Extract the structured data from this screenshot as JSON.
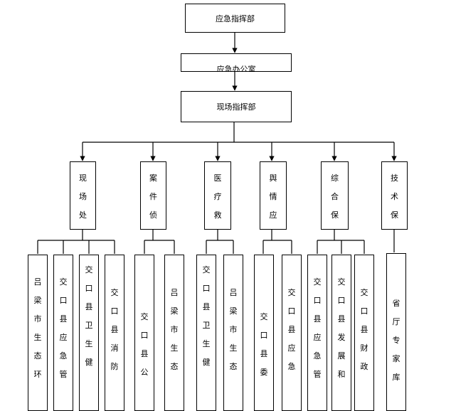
{
  "command_hq": "应急指挥部",
  "emergency_office": "应急办公室",
  "field_hq": "现场指挥部",
  "groups": [
    {
      "chars": [
        "现",
        "场",
        "处"
      ],
      "members": [
        {
          "chars": [
            "吕",
            "梁",
            "市",
            "生",
            "态",
            "环"
          ]
        },
        {
          "chars": [
            "交",
            "口",
            "县",
            "应",
            "急",
            "管"
          ]
        },
        {
          "chars": [
            "交",
            "口",
            "县",
            "卫",
            "生",
            "健"
          ]
        },
        {
          "chars": [
            "交",
            "口",
            "县",
            "消",
            "防"
          ]
        }
      ]
    },
    {
      "chars": [
        "案",
        "件",
        "侦"
      ],
      "members": [
        {
          "chars": [
            "交",
            "口",
            "县",
            "公"
          ]
        },
        {
          "chars": [
            "吕",
            "梁",
            "市",
            "生",
            "态"
          ]
        }
      ]
    },
    {
      "chars": [
        "医",
        "疗",
        "救"
      ],
      "members": [
        {
          "chars": [
            "交",
            "口",
            "县",
            "卫",
            "生",
            "健"
          ]
        },
        {
          "chars": [
            "吕",
            "梁",
            "市",
            "生",
            "态"
          ]
        }
      ]
    },
    {
      "chars": [
        "舆",
        "情",
        "应"
      ],
      "members": [
        {
          "chars": [
            "交",
            "口",
            "县",
            "委"
          ]
        },
        {
          "chars": [
            "交",
            "口",
            "县",
            "应",
            "急"
          ]
        }
      ]
    },
    {
      "chars": [
        "综",
        "合",
        "保"
      ],
      "members": [
        {
          "chars": [
            "交",
            "口",
            "县",
            "应",
            "急",
            "管"
          ]
        },
        {
          "chars": [
            "交",
            "口",
            "县",
            "发",
            "展",
            "和"
          ]
        },
        {
          "chars": [
            "交",
            "口",
            "县",
            "财",
            "政"
          ]
        }
      ]
    },
    {
      "chars": [
        "技",
        "术",
        "保"
      ],
      "members": [
        {
          "chars": [
            "省",
            "厅",
            "专",
            "家",
            "库"
          ]
        }
      ]
    }
  ]
}
